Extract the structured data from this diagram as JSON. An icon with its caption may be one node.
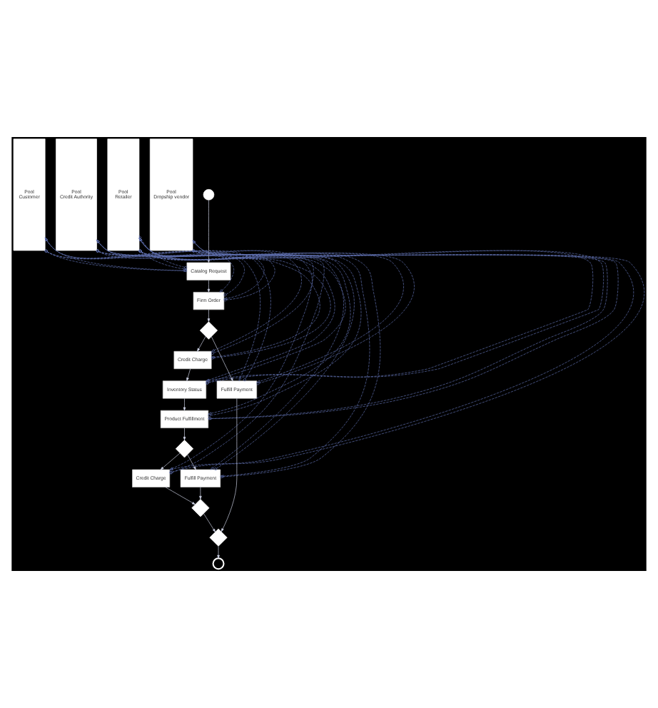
{
  "diagram": {
    "nodes": [
      {
        "text": [
          "Pool",
          "Customer"
        ]
      },
      {
        "text": [
          "Pool",
          "Retailer"
        ]
      },
      {
        "text": [
          "Pool",
          "Dropship vendor"
        ]
      },
      {
        "text": [
          "Pool",
          "Credit Authority"
        ]
      },
      {
        "text": [],
        "shape": "circle"
      },
      {
        "text": [
          "Catalog Request"
        ]
      },
      {
        "text": [
          "Firm Order"
        ]
      },
      {
        "text": [],
        "shape": "diamond"
      },
      {
        "text": [
          "Credit Charge"
        ]
      },
      {
        "text": [
          "Inventory Status"
        ]
      },
      {
        "text": [
          "Product Fulfillment"
        ]
      },
      {
        "text": [],
        "shape": "diamond"
      },
      {
        "text": [
          "Credit Charge"
        ]
      },
      {
        "text": [
          "Fulfill Payment"
        ]
      },
      {
        "text": [],
        "shape": "diamond"
      },
      {
        "text": [
          "Fulfill Payment"
        ]
      },
      {
        "text": [],
        "shape": "diamond"
      },
      {
        "text": [],
        "shape": "circle"
      }
    ],
    "edges": [
      {
        "from": 4,
        "to": 5,
        "arrow": "to",
        "color": "#d0d4e8"
      },
      {
        "from": 5,
        "to": 6,
        "arrow": "to",
        "color": "#d0d4e8"
      },
      {
        "from": 6,
        "to": 7,
        "arrow": "to",
        "color": "#d0d4e8"
      },
      {
        "from": 7,
        "to": 8,
        "arrow": "to",
        "color": "#d0d4e8"
      },
      {
        "from": 7,
        "to": 15,
        "arrow": "to",
        "color": "#d0d4e8"
      },
      {
        "from": 8,
        "to": 9,
        "arrow": "to",
        "color": "#d0d4e8"
      },
      {
        "from": 9,
        "to": 10,
        "arrow": "to",
        "color": "#d0d4e8"
      },
      {
        "from": 10,
        "to": 11,
        "arrow": "to",
        "color": "#d0d4e8"
      },
      {
        "from": 11,
        "to": 12,
        "arrow": "to",
        "color": "#d0d4e8"
      },
      {
        "from": 11,
        "to": 13,
        "arrow": "to",
        "color": "#d0d4e8"
      },
      {
        "from": 12,
        "to": 14,
        "arrow": "to",
        "color": "#d0d4e8"
      },
      {
        "from": 13,
        "to": 14,
        "arrow": "to",
        "color": "#d0d4e8"
      },
      {
        "from": 14,
        "to": 16,
        "arrow": "to",
        "color": "#d0d4e8"
      },
      {
        "from": 15,
        "to": 16,
        "arrow": "to",
        "color": "#d0d4e8"
      },
      {
        "from": 16,
        "to": 17,
        "arrow": "to",
        "color": "#d0d4e8"
      },
      {
        "from": 5,
        "to": 0,
        "arrow": "to",
        "style": "dashed"
      },
      {
        "from": 0,
        "to": 5,
        "arrow": "to",
        "style": "dashed"
      },
      {
        "from": 5,
        "to": 1,
        "arrow": "to",
        "style": "dashed"
      },
      {
        "from": 1,
        "to": 5,
        "arrow": "to",
        "style": "dashed"
      },
      {
        "from": 6,
        "to": 0,
        "arrow": "to",
        "style": "dashed"
      },
      {
        "from": 0,
        "to": 6,
        "arrow": "to",
        "style": "dashed"
      },
      {
        "from": 6,
        "to": 1,
        "arrow": "to",
        "style": "dashed"
      },
      {
        "from": 1,
        "to": 6,
        "arrow": "to",
        "style": "dashed"
      },
      {
        "from": 8,
        "to": 1,
        "arrow": "to",
        "style": "dashed"
      },
      {
        "from": 1,
        "to": 8,
        "arrow": "to",
        "style": "dashed"
      },
      {
        "from": 8,
        "to": 3,
        "arrow": "to",
        "style": "dashed"
      },
      {
        "from": 3,
        "to": 8,
        "arrow": "to",
        "style": "dashed"
      },
      {
        "from": 9,
        "to": 1,
        "arrow": "to",
        "style": "dashed"
      },
      {
        "from": 1,
        "to": 9,
        "arrow": "to",
        "style": "dashed"
      },
      {
        "from": 9,
        "to": 2,
        "arrow": "to",
        "style": "dashed"
      },
      {
        "from": 2,
        "to": 9,
        "arrow": "to",
        "style": "dashed"
      },
      {
        "from": 10,
        "to": 1,
        "arrow": "to",
        "style": "dashed"
      },
      {
        "from": 1,
        "to": 10,
        "arrow": "to",
        "style": "dashed"
      },
      {
        "from": 10,
        "to": 2,
        "arrow": "to",
        "style": "dashed"
      },
      {
        "from": 2,
        "to": 10,
        "arrow": "to",
        "style": "dashed"
      },
      {
        "from": 12,
        "to": 2,
        "arrow": "to",
        "style": "dashed"
      },
      {
        "from": 2,
        "to": 12,
        "arrow": "to",
        "style": "dashed"
      },
      {
        "from": 12,
        "to": 3,
        "arrow": "to",
        "style": "dashed"
      },
      {
        "from": 3,
        "to": 12,
        "arrow": "to",
        "style": "dashed"
      },
      {
        "from": 13,
        "to": 1,
        "arrow": "to",
        "style": "dashed"
      },
      {
        "from": 1,
        "to": 13,
        "arrow": "to",
        "style": "dashed"
      },
      {
        "from": 13,
        "to": 3,
        "arrow": "to",
        "style": "dashed"
      },
      {
        "from": 3,
        "to": 13,
        "arrow": "to",
        "style": "dashed"
      },
      {
        "from": 15,
        "to": 0,
        "arrow": "to",
        "style": "dashed"
      },
      {
        "from": 0,
        "to": 15,
        "arrow": "to",
        "style": "dashed"
      },
      {
        "from": 15,
        "to": 3,
        "arrow": "to",
        "style": "dashed"
      },
      {
        "from": 3,
        "to": 15,
        "arrow": "to",
        "style": "dashed"
      }
    ]
  }
}
